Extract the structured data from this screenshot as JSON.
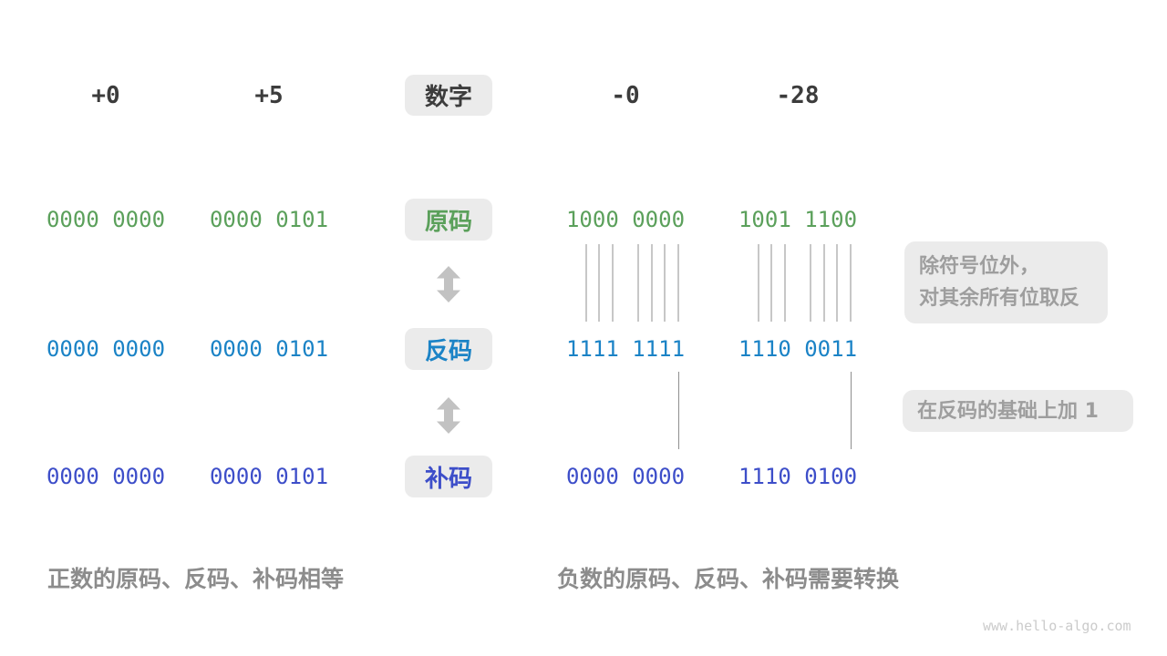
{
  "title_badge": "数字",
  "headers": {
    "pos_zero": "+0",
    "pos_five": "+5",
    "neg_zero": "-0",
    "neg_twenty_eight": "-28"
  },
  "rows": {
    "sign_magnitude": {
      "label": "原码",
      "values": {
        "pos_zero": "0000 0000",
        "pos_five": "0000 0101",
        "neg_zero": "1000 0000",
        "neg_twenty_eight": "1001 1100"
      }
    },
    "ones_complement": {
      "label": "反码",
      "values": {
        "pos_zero": "0000 0000",
        "pos_five": "0000 0101",
        "neg_zero": "1111 1111",
        "neg_twenty_eight": "1110 0011"
      }
    },
    "twos_complement": {
      "label": "补码",
      "values": {
        "pos_zero": "0000 0000",
        "pos_five": "0000 0101",
        "neg_zero": "0000 0000",
        "neg_twenty_eight": "1110 0100"
      }
    }
  },
  "notes": {
    "invert_line1": "除符号位外，",
    "invert_line2": "对其余所有位取反",
    "add_one": "在反码的基础上加 1"
  },
  "captions": {
    "positive": "正数的原码、反码、补码相等",
    "negative": "负数的原码、反码、补码需要转换"
  },
  "watermark": "www.hello-algo.com",
  "icons": {
    "transform_arrow": "up-down-arrow"
  },
  "colors": {
    "sign_magnitude_green": "#5ba05b",
    "ones_complement_blue": "#1b83c6",
    "twos_complement_indigo": "#3d4ec9",
    "header_text": "#3c3c3c",
    "badge_background": "#ebebeb",
    "note_text": "#9e9e9e",
    "caption_text": "#8c8c8c",
    "arrow_gray": "#c2c2c2",
    "tick_line": "#8f8f8f",
    "watermark_text": "#cbcbcb"
  }
}
